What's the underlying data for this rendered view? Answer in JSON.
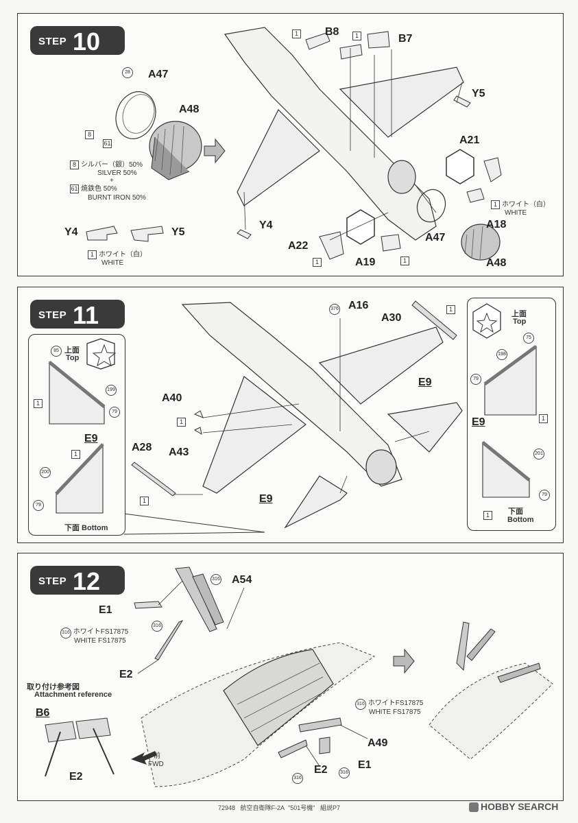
{
  "step10": {
    "step_word": "STEP",
    "step_num": "10",
    "parts": {
      "b8": "B8",
      "b7": "B7",
      "a47": "A47",
      "a48": "A48",
      "y5": "Y5",
      "a21": "A21",
      "y4": "Y4",
      "a18": "A18",
      "a22": "A22",
      "a19": "A19",
      "a47b": "A47",
      "a48b": "A48",
      "y4b": "Y4",
      "y5b": "Y5"
    },
    "callouts": {
      "c28": "28",
      "c8": "8",
      "c61": "61",
      "b1": "1",
      "b1b": "1",
      "b1c": "1",
      "b1d": "1",
      "b1e": "1",
      "b1f": "1"
    },
    "paint": {
      "silver_jp": "シルバー（銀）50%",
      "silver_en": "SILVER 50%",
      "plus": "+",
      "burnt_jp": "焼鉄色 50%",
      "burnt_en": "BURNT IRON 50%",
      "white_jp": "ホワイト（白）",
      "white_en": "WHITE",
      "white_jp2": "ホワイト（白）",
      "white_en2": "WHITE"
    }
  },
  "step11": {
    "step_word": "STEP",
    "step_num": "11",
    "parts": {
      "a16": "A16",
      "a30": "A30",
      "a40": "A40",
      "a43": "A43",
      "a28": "A28",
      "e9a": "E9",
      "e9b": "E9",
      "e9l": "E9",
      "e9r": "E9"
    },
    "callouts": {
      "c376": "376",
      "c85": "85",
      "c199": "199",
      "c79": "79",
      "c200": "200",
      "c79b": "79",
      "c75": "75",
      "c198": "198",
      "c79c": "79",
      "c201": "201",
      "c79d": "79",
      "b1": "1",
      "b1b": "1",
      "b1c": "1",
      "b1d": "1",
      "b1e": "1",
      "b1f": "1",
      "b1g": "1",
      "b1h": "1"
    },
    "views": {
      "top_jp": "上面",
      "top_en": "Top",
      "bottom": "下面 Bottom",
      "top_jp_r": "上面",
      "top_en_r": "Top",
      "bottom_jp_r": "下面",
      "bottom_en_r": "Bottom"
    }
  },
  "step12": {
    "step_word": "STEP",
    "step_num": "12",
    "parts": {
      "a54": "A54",
      "e1": "E1",
      "e2": "E2",
      "b6": "B6",
      "e2b": "E2",
      "a49": "A49",
      "e2c": "E2",
      "e1b": "E1"
    },
    "callouts": {
      "c316a": "316",
      "c316b": "316",
      "c316c": "316",
      "c316d": "316",
      "c316e": "316",
      "c316f": "316"
    },
    "paint": {
      "white1_jp": "ホワイトFS17875",
      "white1_en": "WHITE FS17875",
      "white2_jp": "ホワイトFS17875",
      "white2_en": "WHITE FS17875"
    },
    "ref_jp": "取り付け参考図",
    "ref_en": "Attachment reference",
    "fwd_jp": "前",
    "fwd_en": "FWD"
  },
  "footer": {
    "code": "72948",
    "title": "航空自衛隊F-2A",
    "name": "\"501号機\"",
    "page": "組説P7"
  },
  "watermark": "HOBBY SEARCH"
}
